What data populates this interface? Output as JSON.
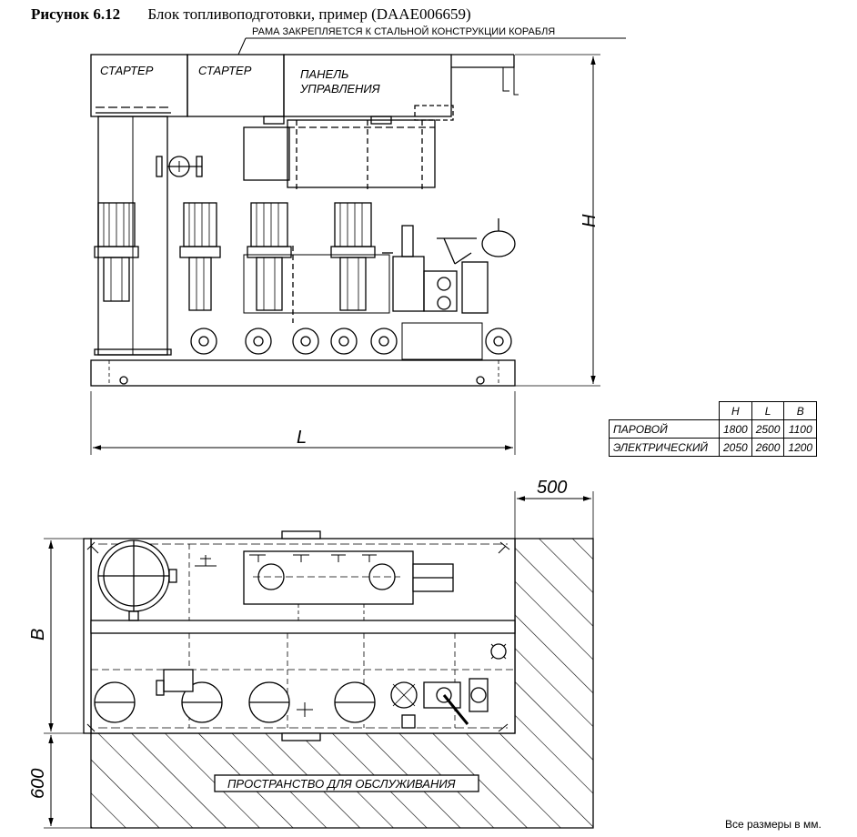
{
  "figure": {
    "number": "Рисунок 6.12",
    "title": "Блок топливоподготовки, пример (DAAE006659)"
  },
  "labels": {
    "frame_note": "РАМА ЗАКРЕПЛЯЕТСЯ К СТАЛЬНОЙ КОНСТРУКЦИИ КОРАБЛЯ",
    "starter_1": "СТАРТЕР",
    "starter_2": "СТАРТЕР",
    "panel_line1": "ПАНЕЛЬ",
    "panel_line2": "УПРАВЛЕНИЯ",
    "service_space": "ПРОСТРАНСТВО ДЛЯ ОБСЛУЖИВАНИЯ"
  },
  "dimensions": {
    "height": "H",
    "length": "L",
    "width": "B",
    "clearance_right": "500",
    "clearance_front": "600"
  },
  "spec_table": {
    "headers": [
      "H",
      "L",
      "B"
    ],
    "rows": [
      {
        "name": "ПАРОВОЙ",
        "values": [
          "1800",
          "2500",
          "1100"
        ]
      },
      {
        "name": "ЭЛЕКТРИЧЕСКИЙ",
        "values": [
          "2050",
          "2600",
          "1200"
        ]
      }
    ]
  },
  "footnote": "Все размеры в мм."
}
